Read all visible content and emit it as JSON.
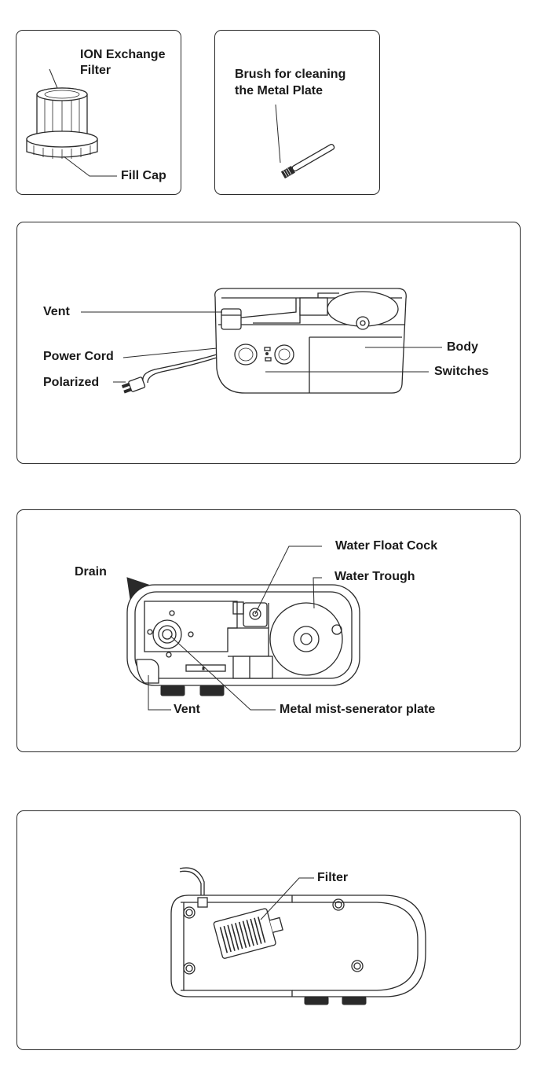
{
  "panel_filter": {
    "label_ion_line1": "ION Exchange",
    "label_ion_line2": "Filter",
    "label_fill_cap": "Fill Cap"
  },
  "panel_brush": {
    "label_line1": "Brush for cleaning",
    "label_line2": "the Metal Plate"
  },
  "panel_front": {
    "label_vent": "Vent",
    "label_power_cord": "Power Cord",
    "label_polarized": "Polarized",
    "label_body": "Body",
    "label_switches": "Switches"
  },
  "panel_top": {
    "label_water_float_cock": "Water Float Cock",
    "label_water_trough": "Water Trough",
    "label_drain": "Drain",
    "label_vent": "Vent",
    "label_metal_plate": "Metal mist-senerator plate"
  },
  "panel_bottom": {
    "label_filter": "Filter"
  },
  "colors": {
    "line": "#2a2a2a",
    "background": "#ffffff"
  }
}
